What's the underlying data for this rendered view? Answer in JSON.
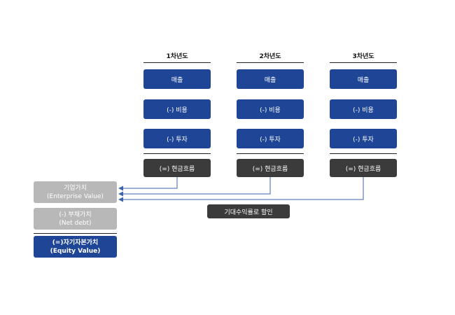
{
  "years": [
    {
      "header": "1차년도",
      "revenue": "매출",
      "cost": "(-) 비용",
      "invest": "(-) 투자",
      "cashflow": "(=) 현금흐름"
    },
    {
      "header": "2차년도",
      "revenue": "매출",
      "cost": "(-) 비용",
      "invest": "(-) 투자",
      "cashflow": "(=) 현금흐름"
    },
    {
      "header": "3차년도",
      "revenue": "매출",
      "cost": "(-) 비용",
      "invest": "(-) 투자",
      "cashflow": "(=) 현금흐름"
    }
  ],
  "valuation": {
    "enterprise_value": "기업가치\n(Enterprise Value)",
    "net_debt": "(-) 부채가치\n(Net debt)",
    "equity_value": "(=)자기자본가치\n(Equity Value)"
  },
  "discount_label": "기대수익률로 할인",
  "colors": {
    "blue_box": "#1f4596",
    "cashflow_box": "#3b3b3b",
    "grey_box": "#b8b8b8",
    "arrow": "#3f63a8"
  }
}
